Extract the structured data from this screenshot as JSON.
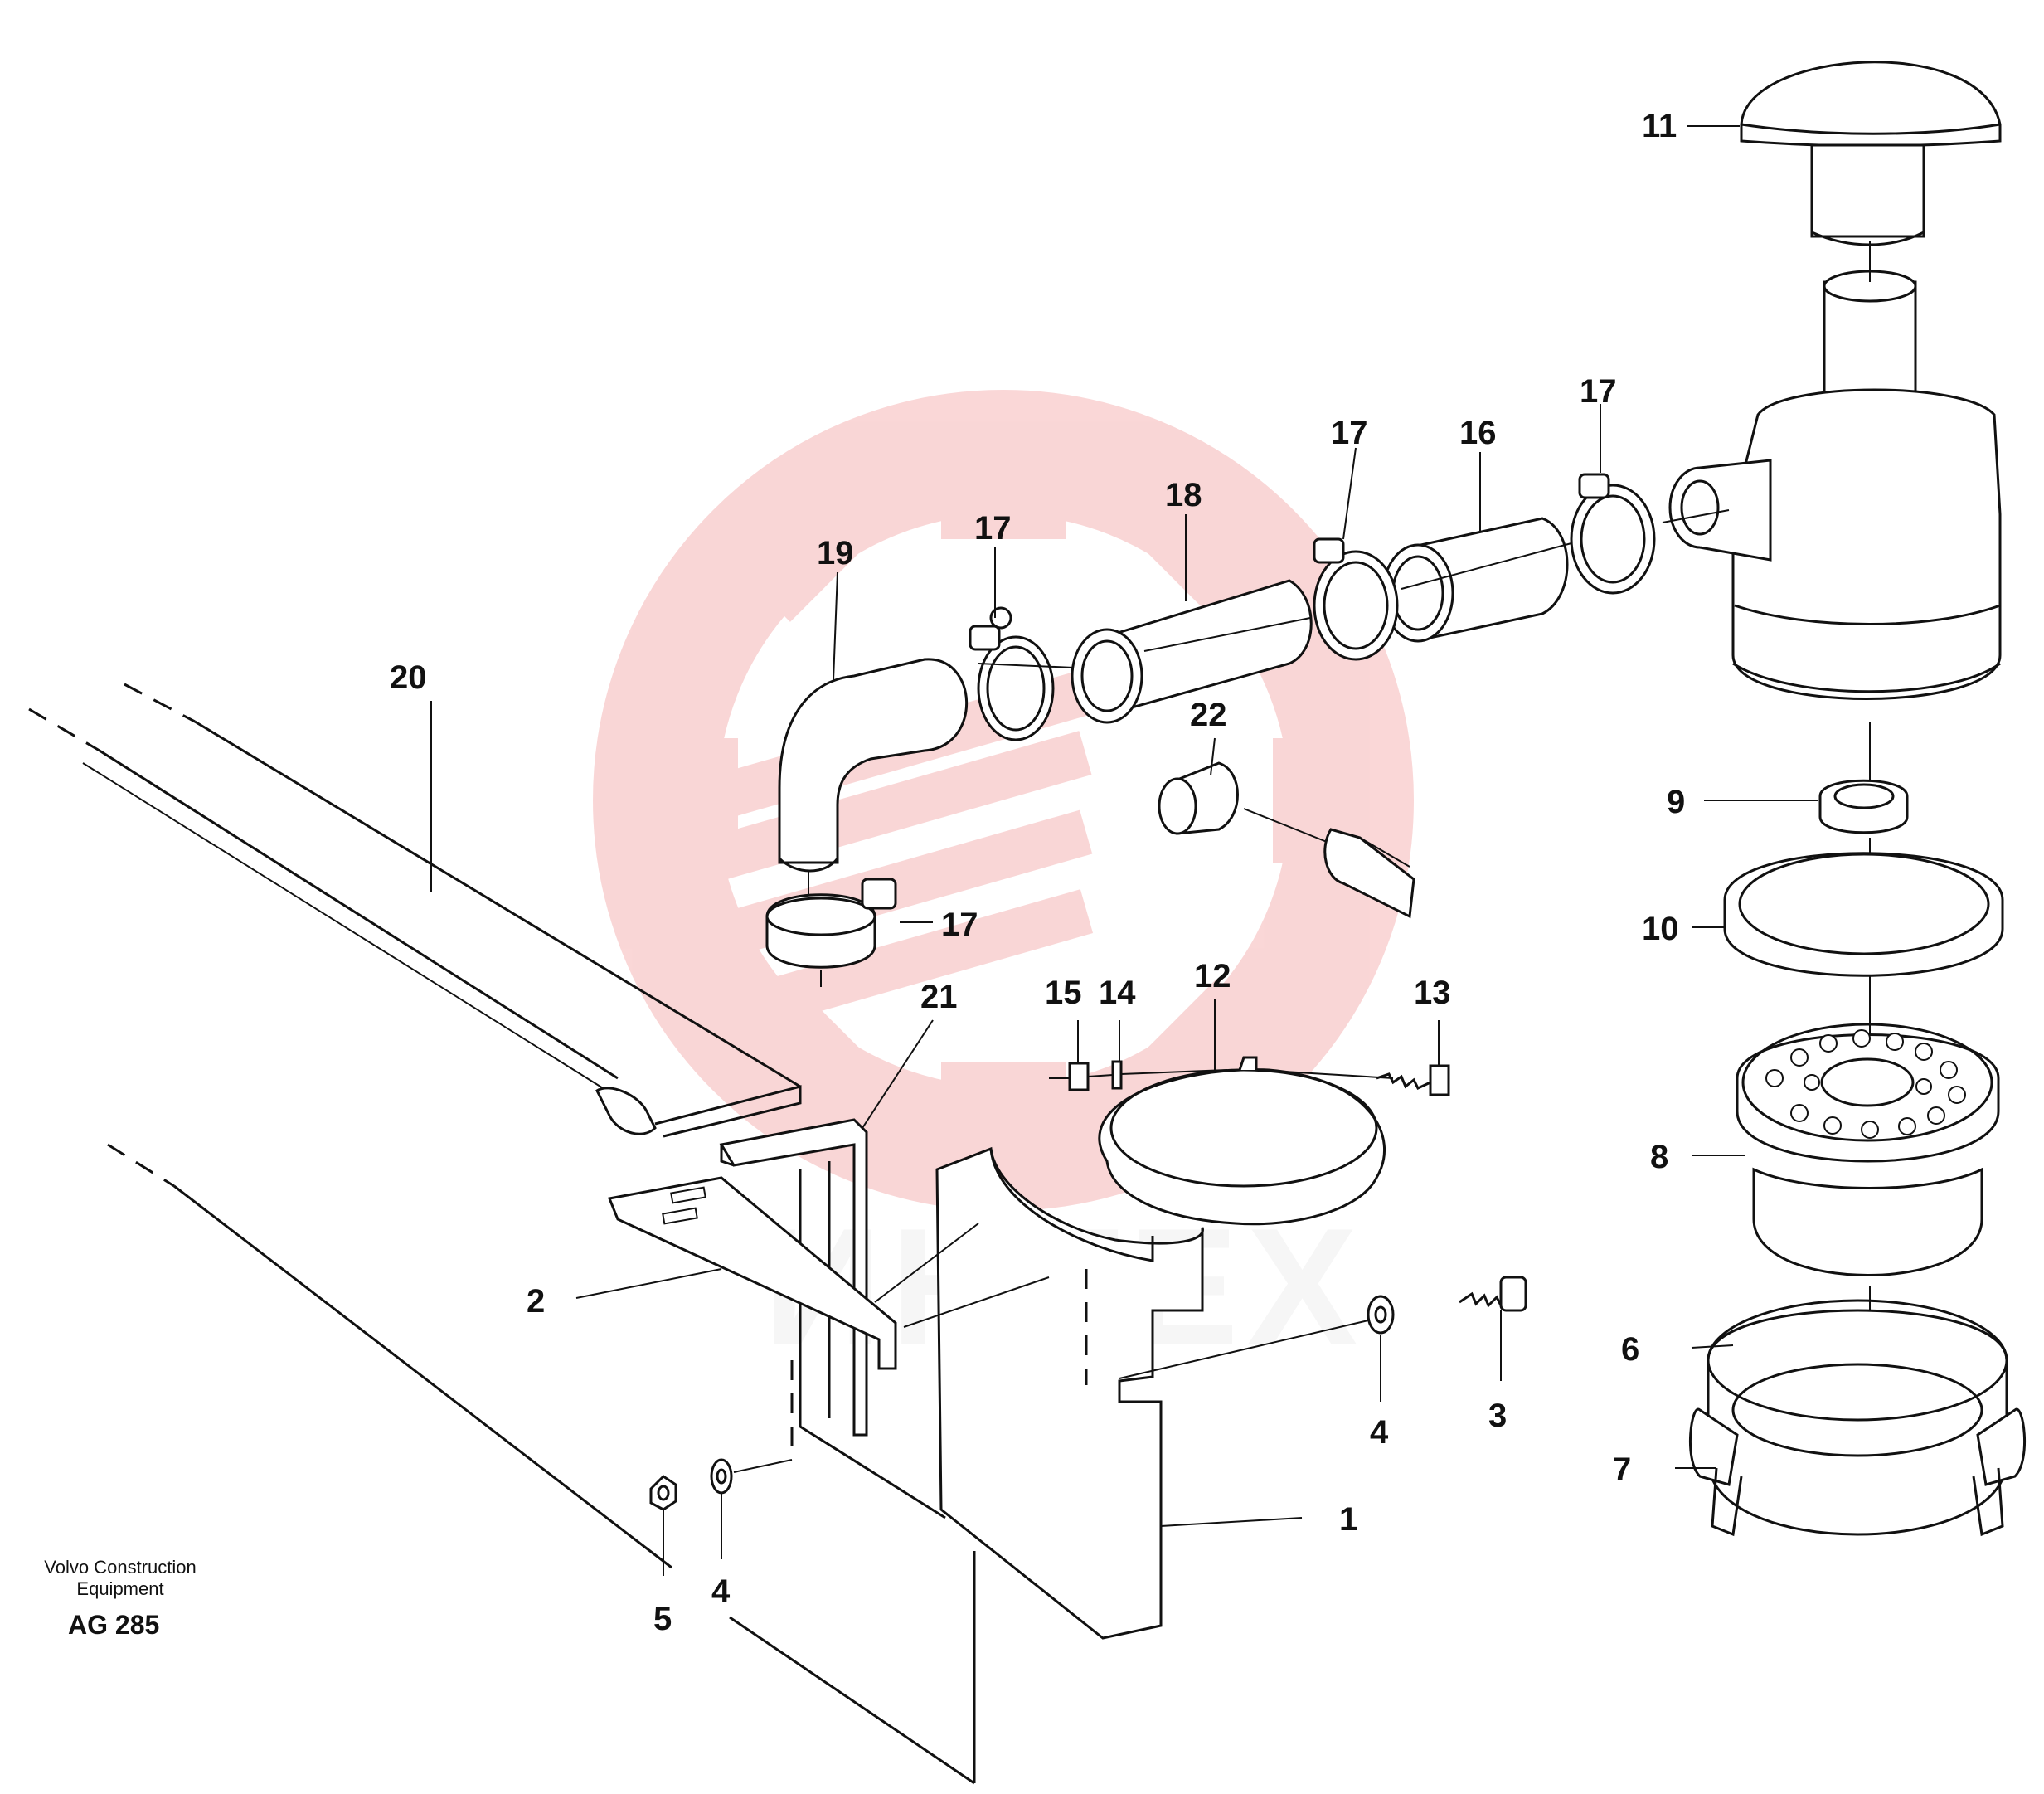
{
  "labels": {
    "l1": "1",
    "l2": "2",
    "l3": "3",
    "l4a": "4",
    "l4b": "4",
    "l5": "5",
    "l6": "6",
    "l7": "7",
    "l8": "8",
    "l9": "9",
    "l10": "10",
    "l11": "11",
    "l12": "12",
    "l13": "13",
    "l14": "14",
    "l15": "15",
    "l16": "16",
    "l17a": "17",
    "l17b": "17",
    "l17c": "17",
    "l17d": "17",
    "l18": "18",
    "l19": "19",
    "l20": "20",
    "l21": "21",
    "l22": "22"
  },
  "caption": {
    "line1": "Volvo Construction",
    "line2": "Equipment",
    "code": "AG 285"
  },
  "watermark": {
    "text": "ИНТЕХ",
    "color": "#f3a6a6"
  }
}
